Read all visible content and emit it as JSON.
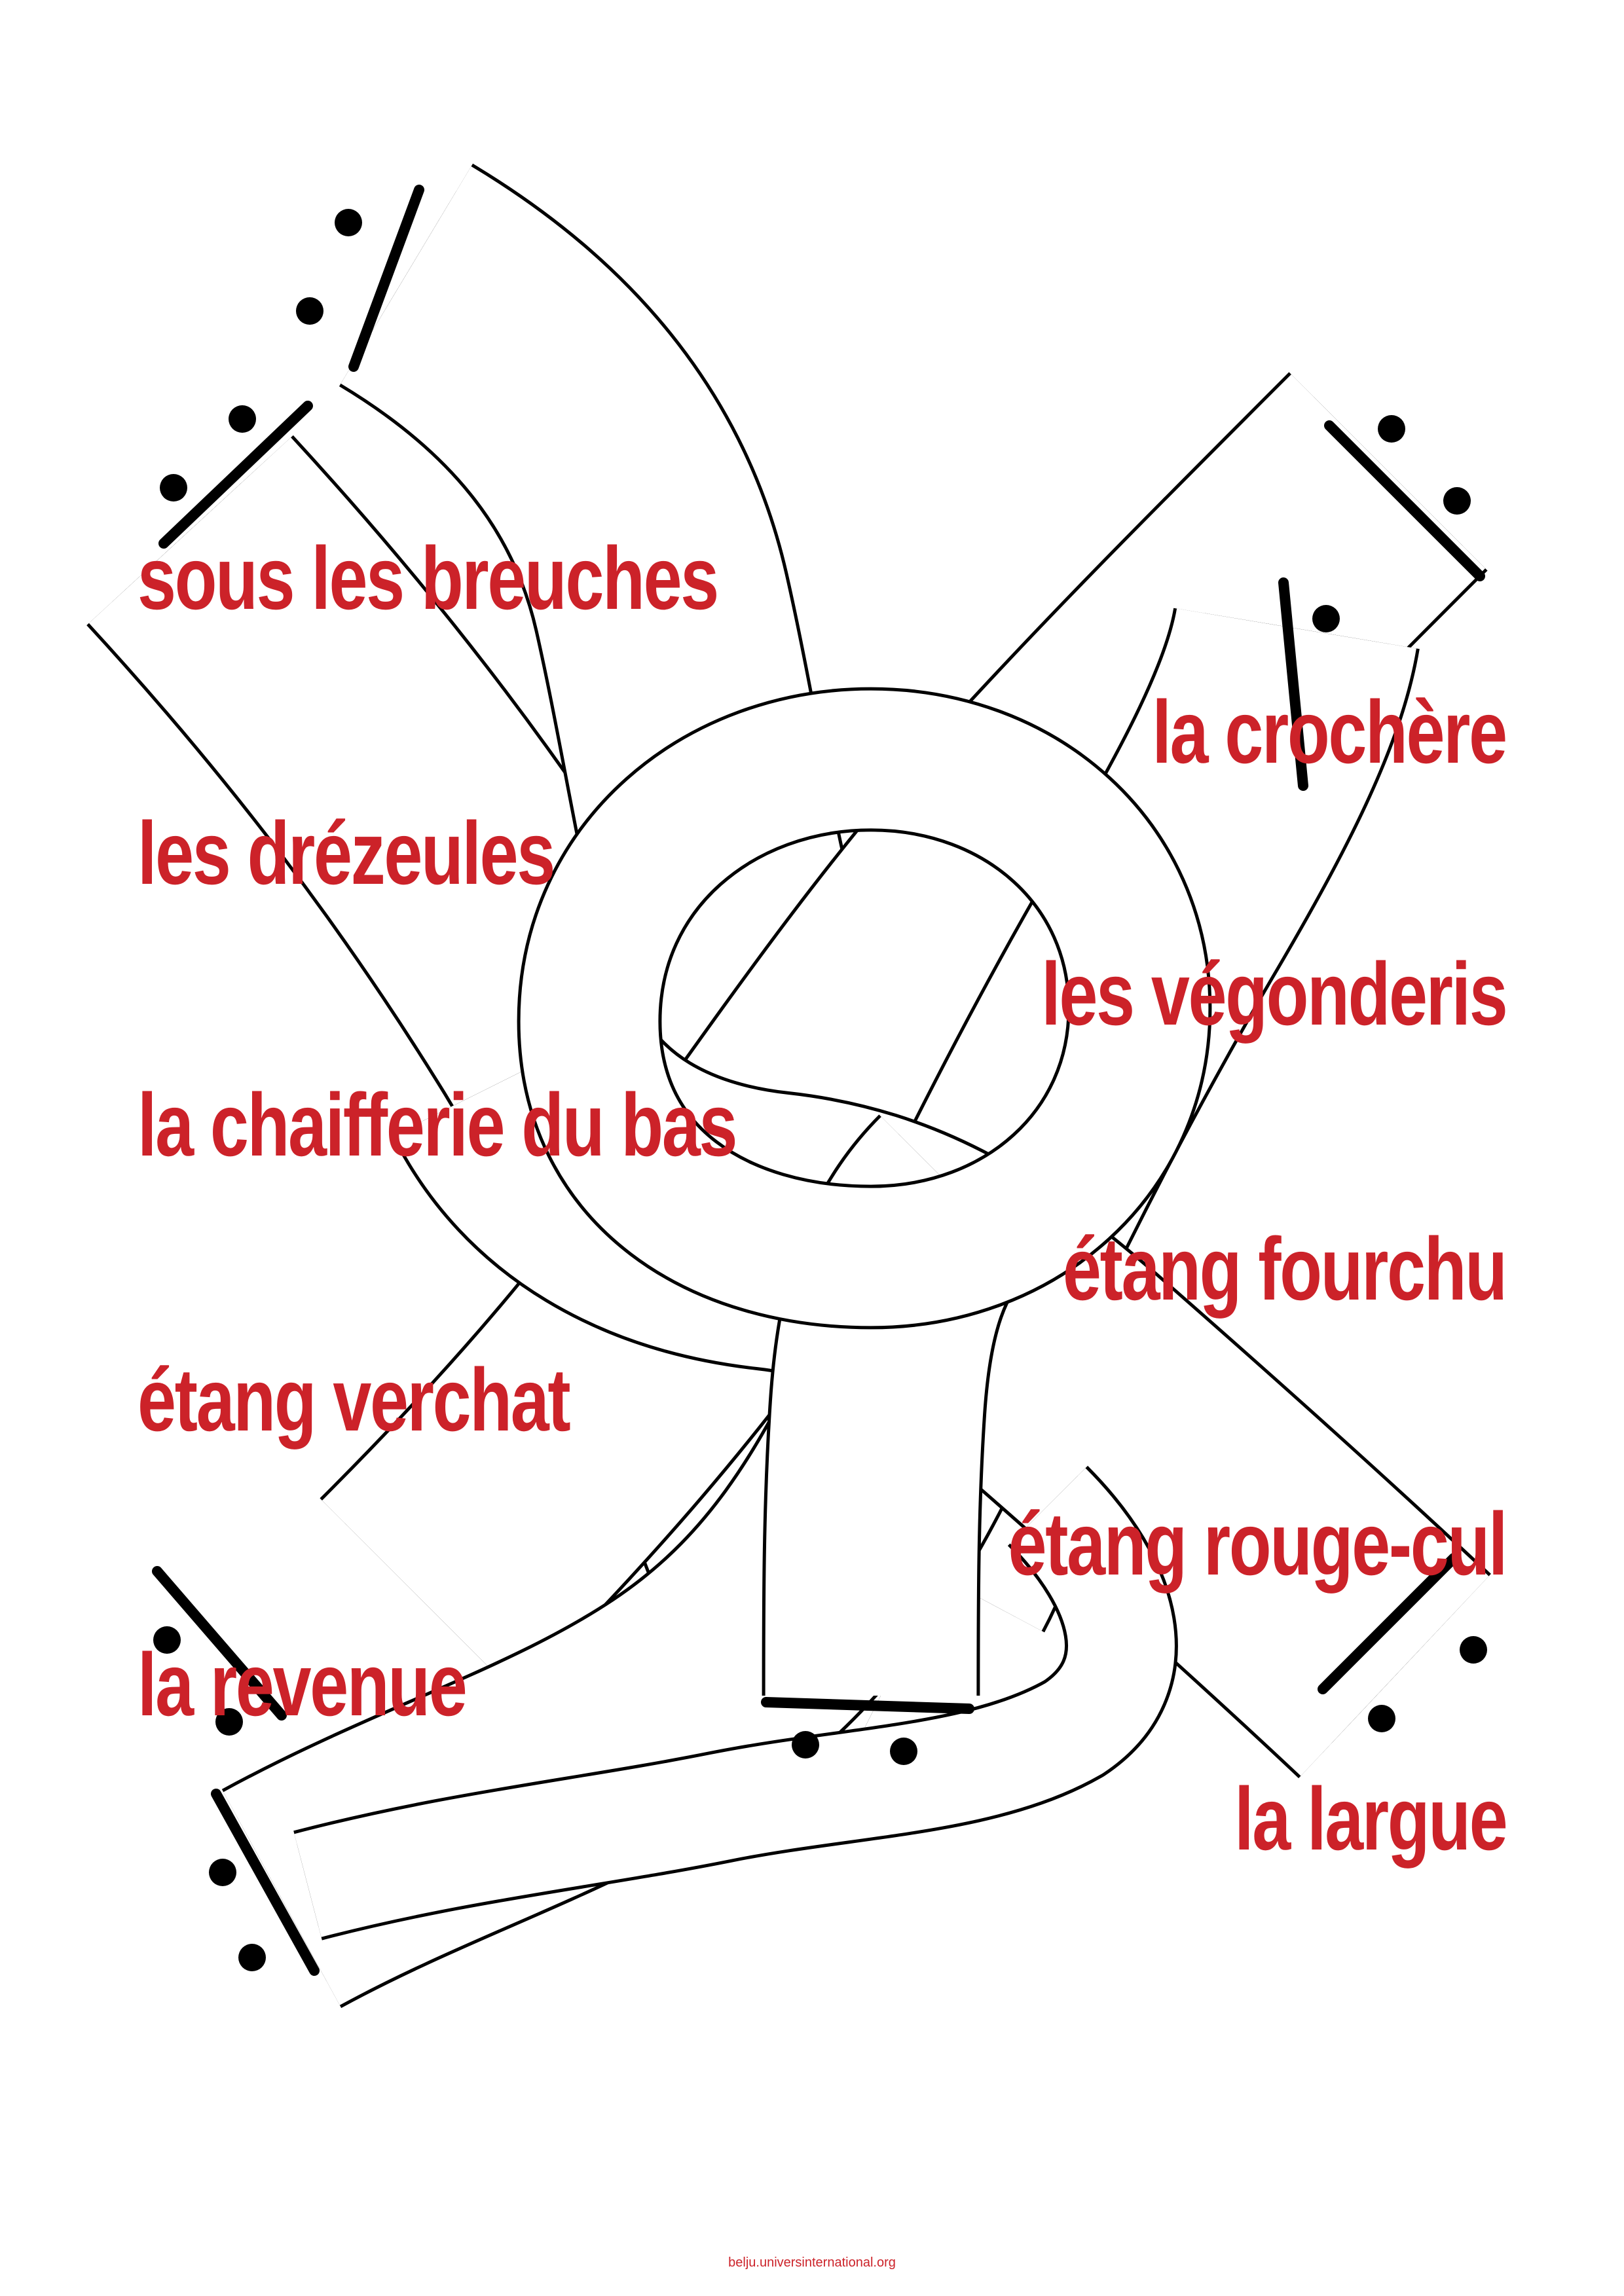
{
  "colors": {
    "text_red": "#cc2229",
    "line_black": "#000000",
    "background": "#ffffff"
  },
  "place_names": [
    "sous les breuches",
    "la crochère",
    "les drézeules",
    "les végonderis",
    "la chaifferie du bas",
    "étang fourchu",
    "étang verchat",
    "étang rouge-cul",
    "la revenue",
    "la largue"
  ],
  "footer": {
    "url": "belju.universinternational.org"
  }
}
